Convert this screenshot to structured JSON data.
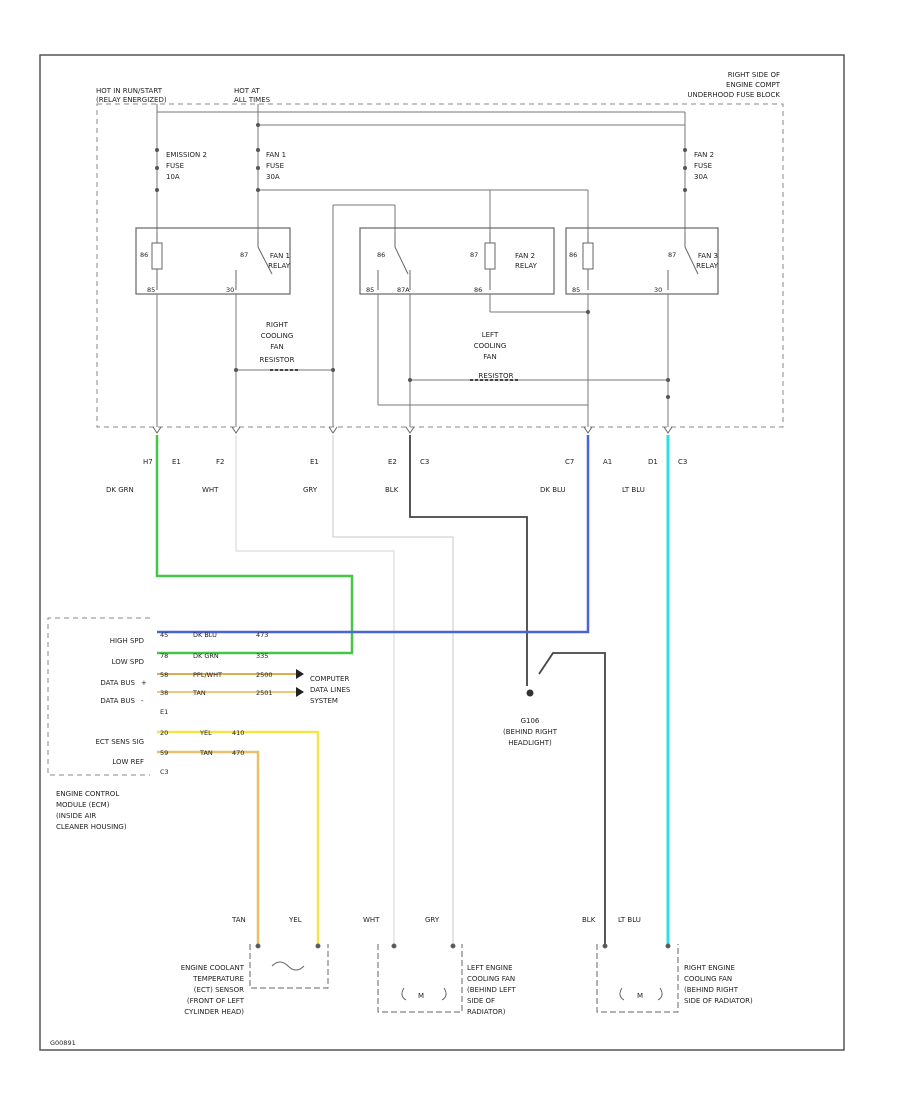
{
  "header": {
    "hot_in_run": [
      "HOT IN RUN/START",
      "(RELAY ENERGIZED)"
    ],
    "hot_at_all_times": [
      "HOT AT",
      "ALL TIMES"
    ],
    "block_title": [
      "RIGHT SIDE OF",
      "ENGINE COMPT",
      "UNDERHOOD FUSE BLOCK"
    ]
  },
  "fuses": [
    {
      "name": "EMISSION 2",
      "label": "FUSE",
      "rating": "10A"
    },
    {
      "name": "FAN 1",
      "label": "FUSE",
      "rating": "30A"
    },
    {
      "name": "FAN 2",
      "label": "FUSE",
      "rating": "30A"
    }
  ],
  "relays": [
    {
      "name": "FAN 1",
      "label": "RELAY",
      "coil_a": "86",
      "coil_b": "85",
      "sw_a": "87",
      "sw_b": "30"
    },
    {
      "name": "FAN 2",
      "label": "RELAY",
      "coil_a": "87",
      "coil_b": "86",
      "sw_a": "86",
      "sw_b": "85",
      "extra": "87A"
    },
    {
      "name": "FAN 3",
      "label": "RELAY",
      "coil_a": "86",
      "coil_b": "85",
      "sw_a": "87",
      "sw_b": "30"
    }
  ],
  "cooling_labels": {
    "right": [
      "RIGHT",
      "COOLING",
      "FAN",
      "RESISTOR"
    ],
    "left": [
      "LEFT",
      "COOLING",
      "FAN",
      "RESISTOR"
    ]
  },
  "connectors": [
    "H7",
    "E1",
    "F2",
    "E1",
    "E2",
    "C3",
    "C7",
    "A1",
    "D1",
    "C3"
  ],
  "wire_colors": [
    "DK GRN",
    "WHT",
    "GRY",
    "BLK",
    "DK BLU",
    "LT BLU"
  ],
  "ecm": {
    "pins": [
      {
        "label": "HIGH SPD",
        "pin": "45",
        "wire": "DK BLU",
        "circuit": "473"
      },
      {
        "label": "LOW SPD",
        "pin": "78",
        "wire": "DK GRN",
        "circuit": "335"
      },
      {
        "label": "DATA BUS",
        "pin": "58",
        "wire": "PPL/WHT",
        "circuit": "2500",
        "side": "+"
      },
      {
        "label": "DATA BUS",
        "pin": "38",
        "wire": "TAN",
        "circuit": "2501",
        "side": "-"
      },
      {
        "label": "ECT SENS SIG",
        "pin": "20",
        "wire": "YEL",
        "circuit": "410"
      },
      {
        "label": "LOW REF",
        "pin": "59",
        "wire": "TAN",
        "circuit": "470"
      }
    ],
    "pin_ends": [
      "E1",
      "C3"
    ],
    "computer_data": [
      "COMPUTER",
      "DATA LINES",
      "SYSTEM"
    ],
    "title": [
      "ENGINE CONTROL",
      "MODULE (ECM)",
      "(INSIDE AIR",
      "CLEANER HOUSING)"
    ]
  },
  "ground": {
    "id": "G106",
    "desc": [
      "(BEHIND RIGHT",
      "HEADLIGHT)"
    ]
  },
  "bottom_wires": [
    "TAN",
    "YEL",
    "WHT",
    "GRY",
    "BLK",
    "LT BLU"
  ],
  "components": [
    {
      "desc": [
        "ENGINE COOLANT",
        "TEMPERATURE",
        "(ECT) SENSOR",
        "(FRONT OF LEFT",
        "CYLINDER HEAD)"
      ]
    },
    {
      "desc": [
        "LEFT ENGINE",
        "COOLING FAN",
        "(BEHIND LEFT",
        "SIDE OF",
        "RADIATOR)"
      ]
    },
    {
      "desc": [
        "RIGHT ENGINE",
        "COOLING FAN",
        "(BEHIND RIGHT",
        "SIDE OF RADIATOR)"
      ]
    }
  ],
  "footer_code": "G00891",
  "colors": {
    "dk_grn": "#45c646",
    "dk_blu": "#4a63d6",
    "lt_blu": "#2ee0e0",
    "yel": "#f0e64a",
    "tan": "#e8c16a",
    "orange": "#d9a03a",
    "gry": "#c9c9c9",
    "blk": "#444444"
  }
}
